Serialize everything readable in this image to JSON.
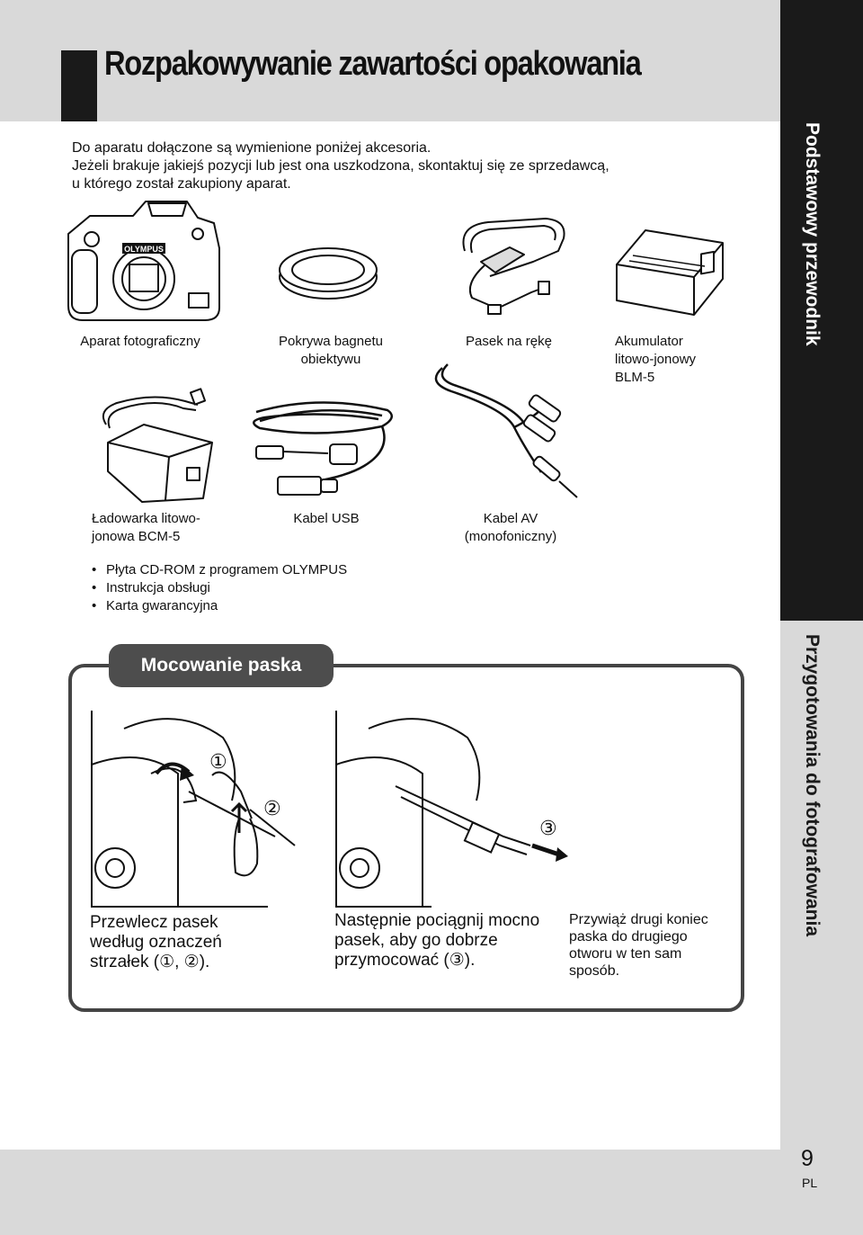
{
  "header": {
    "title": "Rozpakowywanie zawartości opakowania"
  },
  "side_tabs": {
    "basic_guide": "Podstawowy przewodnik",
    "preparation": "Przygotowania do fotografowania"
  },
  "intro": {
    "line1": "Do aparatu dołączone są wymienione poniżej akcesoria.",
    "line2": "Jeżeli brakuje jakiejś pozycji lub jest ona uszkodzona, skontaktuj się ze sprzedawcą,",
    "line3": "u którego został zakupiony aparat."
  },
  "items": {
    "camera": "Aparat fotograficzny",
    "cap": "Pokrywa bagnetu\nobiektywu",
    "strap": "Pasek na rękę",
    "battery": "Akumulator\nlitowo-jonowy\nBLM-5",
    "charger": "Ładowarka litowo-\njonowa BCM-5",
    "usb": "Kabel USB",
    "av": "Kabel AV\n(monofoniczny)"
  },
  "camera_brand": "OLYMPUS",
  "bullets": [
    "Płyta CD-ROM z programem OLYMPUS",
    "Instrukcja obsługi",
    "Karta gwarancyjna"
  ],
  "strap_section": {
    "heading": "Mocowanie paska",
    "step1_text": "Przewlecz pasek\nwedług oznaczeń\nstrzałek (①, ②).",
    "step2_text": "Następnie pociągnij mocno\npasek, aby go dobrze\nprzymocować (③).",
    "step3_text": "Przywiąż drugi koniec\npaska do drugiego\notworu w ten sam\nsposób.",
    "marker1": "①",
    "marker2": "②",
    "marker3": "③"
  },
  "footer": {
    "page_number": "9",
    "language": "PL"
  }
}
